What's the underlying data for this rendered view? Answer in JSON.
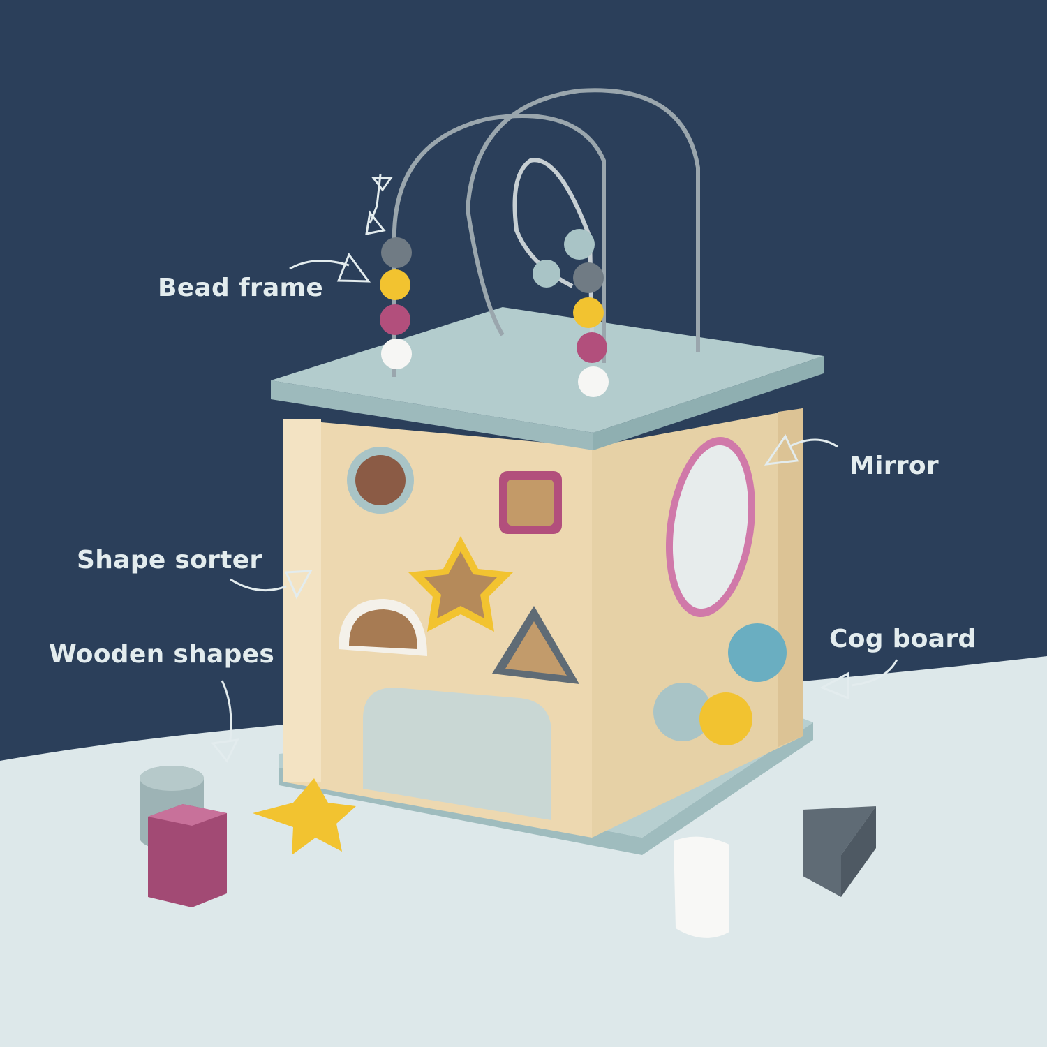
{
  "labels": {
    "bead_frame": "Bead frame",
    "mirror": "Mirror",
    "shape_sorter": "Shape sorter",
    "cog_board": "Cog board",
    "wooden_shapes": "Wooden shapes"
  },
  "colors": {
    "background": "#2b3f5a",
    "floor": "#dde8ea",
    "lid": "#a9c4c6",
    "wood": "#ecd9b4",
    "pink": "#b24f7c",
    "yellow": "#f2c330",
    "grey": "#5f6b75",
    "label_text": "#e3ecee"
  }
}
